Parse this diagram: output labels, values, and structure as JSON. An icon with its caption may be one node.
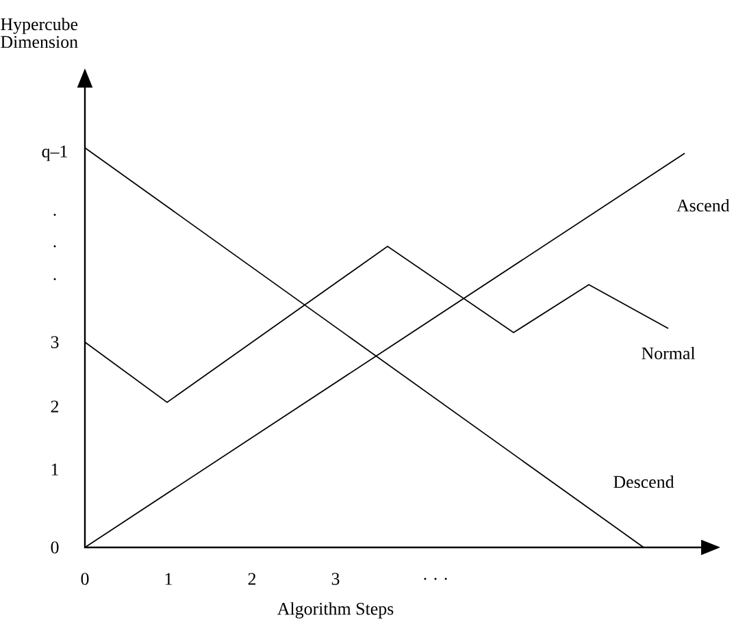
{
  "diagram": {
    "labels": [
      "Hypercube Dimension",
      "q–1",
      ".",
      ".",
      ".",
      "3",
      "2",
      "1",
      "0",
      "0",
      "1",
      "2",
      "3",
      ". . .",
      "Algorithm Steps",
      "Ascend",
      "Normal",
      "Descend"
    ]
  }
}
